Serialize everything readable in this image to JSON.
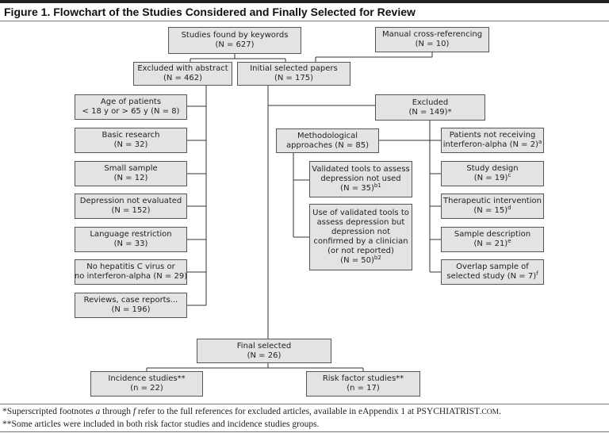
{
  "title": "Figure 1. Flowchart of the Studies Considered and Finally Selected for Review",
  "boxes": {
    "found": {
      "line1": "Studies found by keywords",
      "line2": "(N = 627)"
    },
    "manual": {
      "line1": "Manual cross-referencing",
      "line2": "(N = 10)"
    },
    "excl_abstract": {
      "line1": "Excluded with abstract",
      "line2": "(N = 462)"
    },
    "initial": {
      "line1": "Initial selected papers",
      "line2": "(N = 175)"
    },
    "age": {
      "line1": "Age of patients",
      "line2": "< 18 y or > 65 y (N = 8)"
    },
    "basic": {
      "line1": "Basic research",
      "line2": "(N = 32)"
    },
    "small": {
      "line1": "Small sample",
      "line2": "(N = 12)"
    },
    "depression": {
      "line1": "Depression not evaluated",
      "line2": "(N = 152)"
    },
    "language": {
      "line1": "Language restriction",
      "line2": "(N = 33)"
    },
    "nohcv": {
      "line1": "No hepatitis C virus or",
      "line2": "no interferon-alpha (N = 29)"
    },
    "reviews": {
      "line1": "Reviews, case reports...",
      "line2": "(N = 196)"
    },
    "excluded": {
      "line1": "Excluded",
      "line2": "(N = 149)*"
    },
    "method": {
      "line1": "Methodological",
      "line2": "approaches (N = 85)"
    },
    "validated": {
      "line1": "Validated tools to assess",
      "line2": "depression not used",
      "line3": "(N = 35)",
      "sup": "b1"
    },
    "use_validated": {
      "line1": "Use of validated tools to",
      "line2": "assess depression but",
      "line3": "depression not",
      "line4": "confirmed by a clinician",
      "line5": "(or not reported)",
      "line6": "(N = 50)",
      "sup": "b2"
    },
    "patients": {
      "line1": "Patients not receiving",
      "line2": "interferon-alpha (N = 2)",
      "sup": "a"
    },
    "design": {
      "line1": "Study design",
      "line2": "(N = 19)",
      "sup": "c"
    },
    "therapeutic": {
      "line1": "Therapeutic intervention",
      "line2": "(N = 15)",
      "sup": "d"
    },
    "sample": {
      "line1": "Sample description",
      "line2": "(N = 21)",
      "sup": "e"
    },
    "overlap": {
      "line1": "Overlap sample of",
      "line2": "selected study (N = 7)",
      "sup": "f"
    },
    "final": {
      "line1": "Final selected",
      "line2": "(N = 26)"
    },
    "incidence": {
      "line1": "Incidence studies**",
      "line2": "(n = 22)"
    },
    "risk": {
      "line1": "Risk factor studies**",
      "line2": "(n = 17)"
    }
  },
  "footnotes": {
    "f1_mark": "*Superscripted footnotes ",
    "f1_a": "a",
    "f1_mid": " through ",
    "f1_f": "f",
    "f1_rest": " refer to the full references for excluded articles, available in eAppendix 1 at ",
    "f1_site1": "PSYCHIATRIST",
    "f1_site2": ".COM",
    "f1_end": ".",
    "f2": "**Some articles were included in both risk factor studies and incidence studies groups."
  }
}
